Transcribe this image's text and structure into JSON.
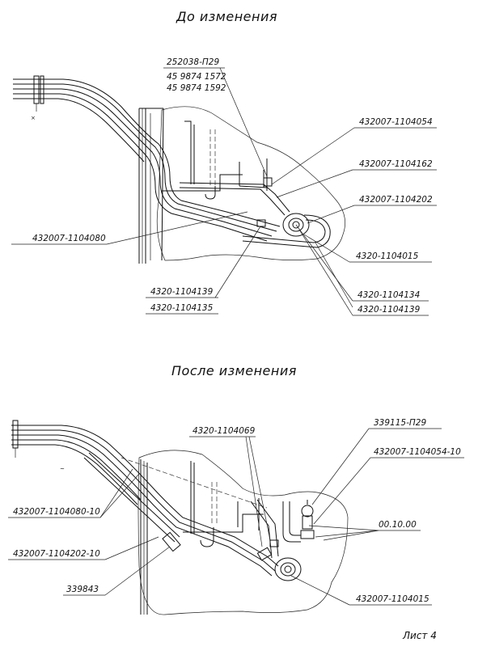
{
  "views": {
    "before": {
      "title": "До изменения",
      "labels": {
        "l1": "252038-П29",
        "l2": "45 9874 1572",
        "l3": "45 9874 1592",
        "l4": "432007-1104054",
        "l5": "432007-1104162",
        "l6": "432007-1104202",
        "l7": "432007-1104080",
        "l8": "4320-1104015",
        "l9": "4320-1104139",
        "l10": "4320-1104135",
        "l11": "4320-1104134",
        "l12": "4320-1104139"
      }
    },
    "after": {
      "title": "После изменения",
      "labels": {
        "l1": "4320-1104069",
        "l2": "339115-П29",
        "l3": "432007-1104054-10",
        "l4": "432007-1104080-10",
        "l5": "00.10.00",
        "l6": "432007-1104202-10",
        "l7": "339843",
        "l8": "432007-1104015"
      }
    }
  },
  "sheet": {
    "label": "Лист 4"
  }
}
